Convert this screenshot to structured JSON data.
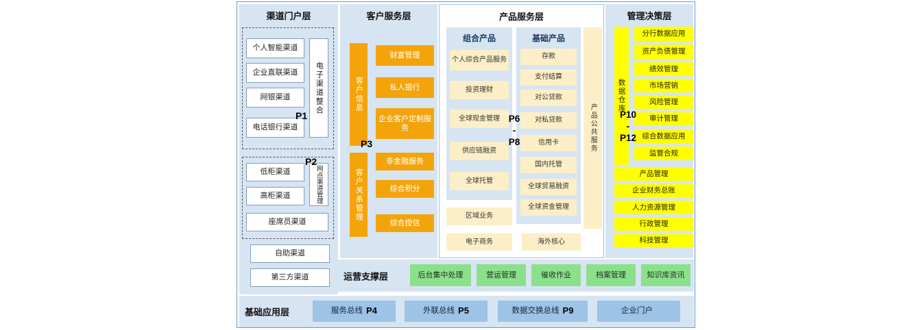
{
  "diagram": {
    "channel": {
      "title": "渠道门户层",
      "p1": "P1",
      "p2": "P2",
      "group1": {
        "items": [
          "个人智能渠道",
          "企业直联渠道",
          "网银渠道",
          "电话银行渠道"
        ],
        "side": "电子渠道整合"
      },
      "group2": {
        "items": [
          "低柜渠道",
          "高柜渠道"
        ],
        "side": "网点渠道管理",
        "bottom": "座席员渠道"
      },
      "others": [
        "自助渠道",
        "第三方渠道"
      ]
    },
    "customer": {
      "title": "客户服务层",
      "p3": "P3",
      "bar_top": "客户信息",
      "bar_bottom": "客户关系管理",
      "top_items": [
        "财富管理",
        "私人银行",
        "企业客户定制服务"
      ],
      "bottom_items": [
        "非金融服务",
        "综合积分",
        "综合授信"
      ]
    },
    "product": {
      "title": "产品服务层",
      "p_range": "P6\n-\nP8",
      "combo": {
        "header": "组合产品",
        "items": [
          "个人综合产品服务",
          "投资理财",
          "全球现金管理",
          "供应链融资",
          "全球托管"
        ]
      },
      "basic": {
        "header": "基础产品",
        "items": [
          "存款",
          "支付结算",
          "对公贷款",
          "对私贷款",
          "信用卡",
          "国内托管",
          "全球贸易融资",
          "全球资金管理"
        ]
      },
      "side": "产品公共服务",
      "extras": [
        "区域业务",
        "电子商务",
        "海外核心"
      ]
    },
    "management": {
      "title": "管理决策层",
      "p_range": "P10\n-\nP12",
      "bar": "数据仓库",
      "data_items": [
        "分行数据应用",
        "资产负债管理",
        "绩效管理",
        "市场营销",
        "风险管理",
        "审计管理",
        "综合数据应用",
        "监管合规"
      ],
      "wide_items": [
        "产品管理",
        "企业财务总账",
        "人力资源管理",
        "行政管理",
        "科技管理"
      ]
    },
    "operations": {
      "title": "运营支撑层",
      "items": [
        "后台集中处理",
        "营运管理",
        "催收作业",
        "档案管理",
        "知识库资讯"
      ]
    },
    "foundation": {
      "title": "基础应用层",
      "items": [
        {
          "label": "服务总线",
          "p": "P4"
        },
        {
          "label": "外联总线",
          "p": "P5"
        },
        {
          "label": "数据交换总线",
          "p": "P9"
        },
        {
          "label": "企业门户",
          "p": ""
        }
      ]
    },
    "colors": {
      "panel_blue": "#d7e4f2",
      "orange": "#f3a40b",
      "cream": "#fcefc7",
      "yellow": "#ffff00",
      "green": "#8ce08c",
      "blue_box": "#9dc3e6",
      "frame_border": "#5b9bd5"
    }
  }
}
